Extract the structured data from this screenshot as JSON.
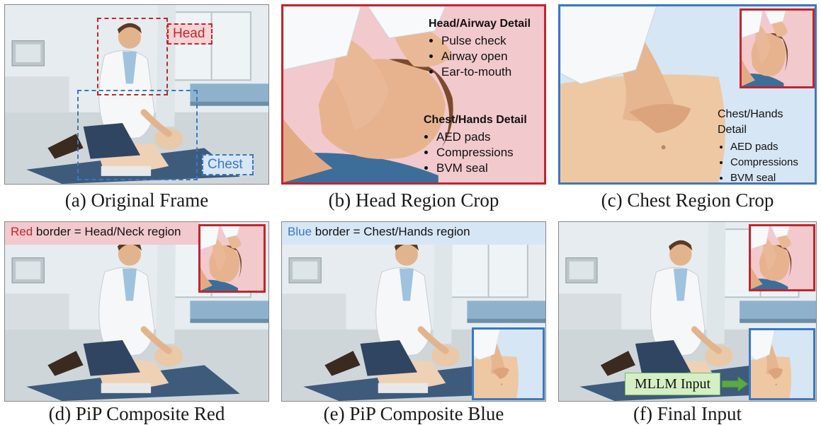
{
  "captions": [
    "(a) Original Frame",
    "(b) Head Region Crop",
    "(c) Chest Region Crop",
    "(d) PiP Composite Red",
    "(e) PiP Composite Blue",
    "(f) Final Input"
  ],
  "panel_a": {
    "head_label": "Head",
    "chest_label": "Chest"
  },
  "panel_b": {
    "head_title": "Head/Airway Detail",
    "head_items": [
      "Pulse check",
      "Airway open",
      "Ear-to-mouth"
    ],
    "chest_title": "Chest/Hands Detail",
    "chest_items": [
      "AED pads",
      "Compressions",
      "BVM seal"
    ]
  },
  "panel_c": {
    "chest_title": "Chest/Hands Detail",
    "chest_items": [
      "AED pads",
      "Compressions",
      "BVM seal"
    ]
  },
  "panel_d": {
    "banner_color_word": "Red",
    "banner_rest": " border = Head/Neck region"
  },
  "panel_e": {
    "banner_color_word": "Blue",
    "banner_rest": " border = Chest/Hands region"
  },
  "panel_f": {
    "mllm_label": "MLLM Input"
  },
  "colors": {
    "red": "#c0262d",
    "blue": "#3a78c4",
    "pink_bg": "#f2c9cd",
    "blue_bg": "#d7e6f5",
    "green_label": "#d4efc3",
    "green_arrow": "#5aa84a"
  }
}
